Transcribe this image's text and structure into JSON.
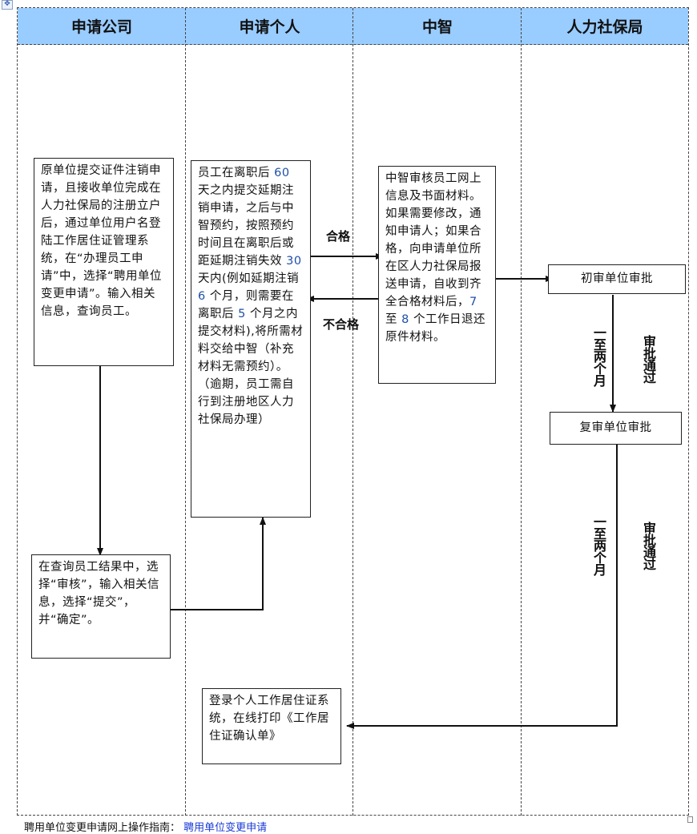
{
  "lanes": [
    {
      "id": "company",
      "label": "申请公司"
    },
    {
      "id": "individual",
      "label": "申请个人"
    },
    {
      "id": "zhongzhi",
      "label": "中智"
    },
    {
      "id": "hrss",
      "label": "人力社保局"
    }
  ],
  "nodes": {
    "company_submit": {
      "lane": "company",
      "text": "原单位提交证件注销申请，且接收单位完成在人力社保局的注册立户后，通过单位用户名登陆工作居住证管理系统，在“办理员工申请”中，选择“聘用单位变更申请”。输入相关信息，查询员工。"
    },
    "company_review": {
      "lane": "company",
      "text": "在查询员工结果中，选择“审核”，输入相关信息，选择“提交”，并“确定”。"
    },
    "individual_apply": {
      "lane": "individual",
      "parts": [
        {
          "t": "员工在离职后 ",
          "num": false
        },
        {
          "t": "60",
          "num": true
        },
        {
          "t": " 天之内提交延期注销申请，之后与中智预约，按照预约时间且在离职后或距延期注销失效 ",
          "num": false
        },
        {
          "t": "30",
          "num": true
        },
        {
          "t": " 天内(例如延期注销 ",
          "num": false
        },
        {
          "t": "6",
          "num": true
        },
        {
          "t": " 个月，则需要在离职后 ",
          "num": false
        },
        {
          "t": "5",
          "num": true
        },
        {
          "t": " 个月之内提交材料),将所需材料交给中智（补充材料无需预约）。（逾期，员工需自行到注册地区人力社保局办理）",
          "num": false
        }
      ]
    },
    "zhongzhi_review": {
      "lane": "zhongzhi",
      "parts": [
        {
          "t": "中智审核员工网上信息及书面材料。如果需要修改，通知申请人；如果合格，向申请单位所在区人力社保局报送申请，自收到齐全合格材料后，",
          "num": false
        },
        {
          "t": "7",
          "num": true
        },
        {
          "t": " 至 ",
          "num": false
        },
        {
          "t": "8",
          "num": true
        },
        {
          "t": " 个工作日退还原件材料。",
          "num": false
        }
      ]
    },
    "hrss_first": {
      "lane": "hrss",
      "text": "初审单位审批"
    },
    "hrss_second": {
      "lane": "hrss",
      "text": "复审单位审批"
    },
    "individual_print": {
      "lane": "individual",
      "text": "登录个人工作居住证系统，在线打印《工作居住证确认单》"
    }
  },
  "edge_labels": {
    "qualified": "合格",
    "unqualified": "不合格",
    "duration_1": "一至两个月",
    "approved_1": "审批通过",
    "duration_2": "一至两个月",
    "approved_2": "审批通过"
  },
  "footer": {
    "text": "聘用单位变更申请网上操作指南：",
    "link": "聘用单位变更申请"
  },
  "colors": {
    "header_bg": "#99ccff",
    "number_text": "#1f4fa8",
    "link": "#1a3bd6"
  },
  "icons": {
    "table_anchor": "move-anchor-icon"
  }
}
